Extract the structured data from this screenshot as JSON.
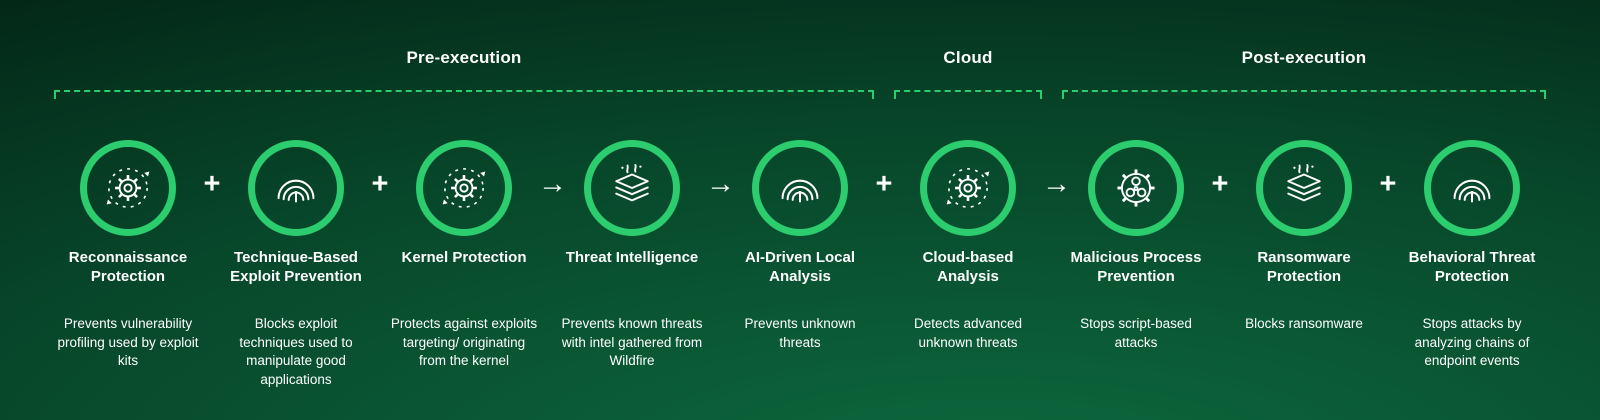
{
  "phases": [
    {
      "label": "Pre-execution"
    },
    {
      "label": "Cloud"
    },
    {
      "label": "Post-execution"
    }
  ],
  "connectors": {
    "plus": "+",
    "arrow": "→"
  },
  "items": [
    {
      "title": "Reconnaissance Protection",
      "description": "Prevents vulnerability profiling used by exploit kits",
      "icon": "gear-scan",
      "connector_after": "plus"
    },
    {
      "title": "Technique-Based Exploit Prevention",
      "description": "Blocks exploit techniques used to manipulate good applications",
      "icon": "fingerprint",
      "connector_after": "plus"
    },
    {
      "title": "Kernel Protection",
      "description": "Protects against exploits targeting/ originating from the kernel",
      "icon": "gear-scan",
      "connector_after": "arrow"
    },
    {
      "title": "Threat Intelligence",
      "description": "Prevents known threats with intel gathered from Wildfire",
      "icon": "layers",
      "connector_after": "arrow"
    },
    {
      "title": "AI-Driven Local Analysis",
      "description": "Prevents unknown threats",
      "icon": "fingerprint",
      "connector_after": "plus"
    },
    {
      "title": "Cloud-based Analysis",
      "description": "Detects advanced unknown threats",
      "icon": "gear-scan",
      "connector_after": "arrow"
    },
    {
      "title": "Malicious Process Prevention",
      "description": "Stops script-based attacks",
      "icon": "gear-biohazard",
      "connector_after": "plus"
    },
    {
      "title": "Ransomware Protection",
      "description": "Blocks ransomware",
      "icon": "layers",
      "connector_after": "plus"
    },
    {
      "title": "Behavioral Threat Protection",
      "description": "Stops attacks by analyzing chains of endpoint events",
      "icon": "fingerprint",
      "connector_after": null
    }
  ],
  "colors": {
    "accent": "#2BCD6E",
    "text": "#FFFFFF",
    "background_dark": "#01130B",
    "background_mid": "#07462A",
    "background_light": "#0D6A3E"
  }
}
